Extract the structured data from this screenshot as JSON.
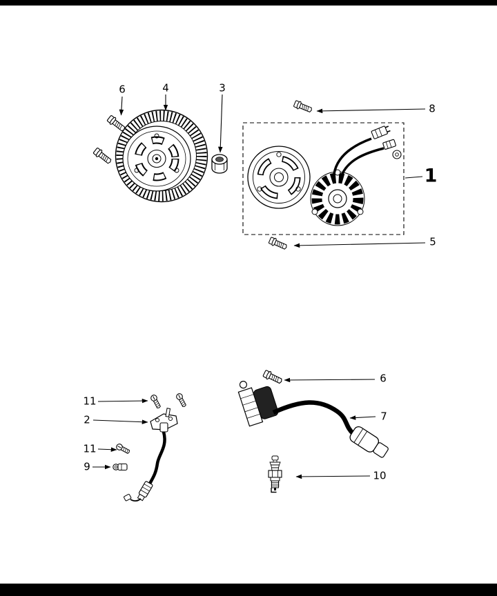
{
  "page": {
    "background_color": "#ffffff",
    "top_bar_color": "#000000",
    "bottom_bar_color": "#000000",
    "line_color": "#000000"
  },
  "diagram": {
    "name": "magneto-ignition-exploded-parts-diagram",
    "callouts": {
      "flywheel_bolt": "6",
      "flywheel": "4",
      "flywheel_nut": "3",
      "stator_screw_top": "8",
      "magneto_assembly": "1",
      "stator_screw_bottom": "5",
      "coil_bolt": "6",
      "ht_lead": "7",
      "spark_plug": "10",
      "pickup_screw_upper": "11",
      "pickup_unit": "2",
      "pickup_screw_lower": "11",
      "cable_clamp": "9"
    }
  }
}
